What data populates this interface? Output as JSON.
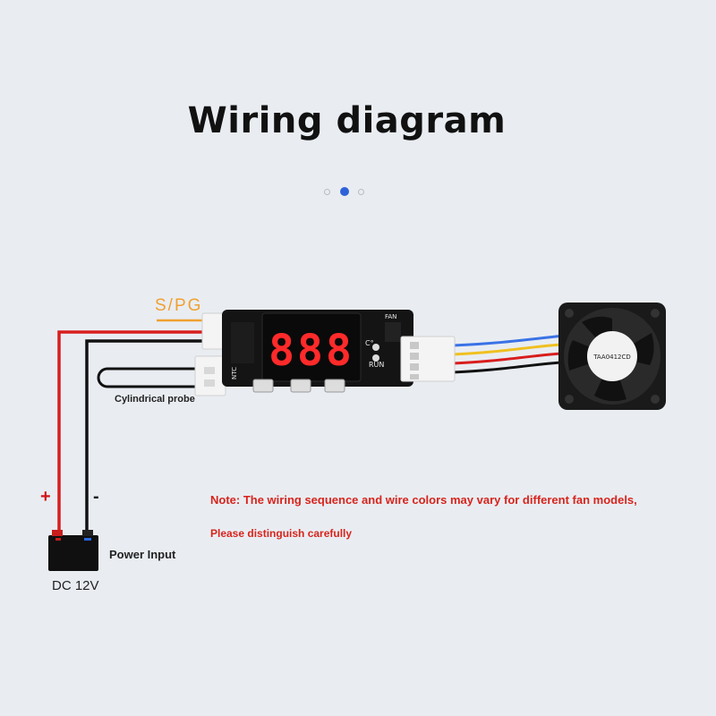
{
  "header": {
    "title": "Wiring diagram"
  },
  "pager": {
    "count": 3,
    "active_index": 1
  },
  "labels": {
    "sensor_signal": "S/PG",
    "probe": "Cylindrical probe",
    "positive": "+",
    "negative": "-",
    "power_input": "Power Input",
    "supply": "DC 12V"
  },
  "note": {
    "line1": "Note: The wiring sequence and wire colors may vary for different fan models,",
    "line2": "Please distinguish carefully"
  },
  "board": {
    "display": "888",
    "ntc": "NTC",
    "run": "RUN",
    "fan": "FAN",
    "unit": "C°"
  },
  "fan": {
    "model": "TAA0412CD"
  },
  "colors": {
    "accent_title": "#111111",
    "pager_active": "#2e63d8",
    "signal_label": "#f0a030",
    "note_text": "#d8241c",
    "wire_red": "#d81e1e",
    "wire_black": "#111111",
    "wire_blue": "#3a72e6",
    "wire_yellow": "#f0c020",
    "segment_red": "#ff2a2a"
  }
}
